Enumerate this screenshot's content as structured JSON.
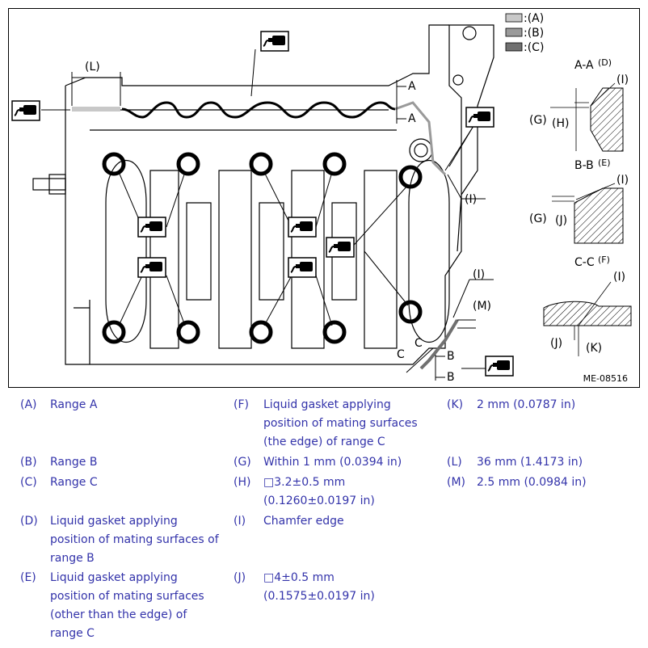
{
  "figure": {
    "id_label": "ME-08516",
    "swatch_labels": [
      ":(A)",
      ":(B)",
      ":(C)"
    ],
    "section_titles": [
      "A-A",
      "B-B",
      "C-C"
    ],
    "section_tags": [
      "(D)",
      "(E)",
      "(F)"
    ],
    "callouts": {
      "L": "(L)",
      "M": "(M)",
      "I": "(I)",
      "G": "(G)",
      "H": "(H)",
      "J": "(J)",
      "K": "(K)",
      "A": "A",
      "B": "B",
      "C": "C"
    },
    "colors": {
      "range_a": "#c8c8c8",
      "range_b": "#9a9a9a",
      "range_c": "#707070",
      "text_blue": "#3333aa"
    }
  },
  "legend": [
    {
      "key": "(A)",
      "text": "Range A"
    },
    {
      "key": "(B)",
      "text": "Range B"
    },
    {
      "key": "(C)",
      "text": "Range C"
    },
    {
      "key": "(D)",
      "text": "Liquid gasket applying position of mating surfaces of range B"
    },
    {
      "key": "(E)",
      "text": "Liquid gasket applying position of mating surfaces (other than the edge) of range C"
    },
    {
      "key": "(F)",
      "text": "Liquid gasket applying position of mating surfaces (the edge) of range C"
    },
    {
      "key": "(G)",
      "text": "Within 1 mm (0.0394 in)"
    },
    {
      "key": "(H)",
      "text": "□3.2±0.5 mm (0.1260±0.0197 in)"
    },
    {
      "key": "(I)",
      "text": "Chamfer edge"
    },
    {
      "key": "(J)",
      "text": "□4±0.5 mm (0.1575±0.0197 in)"
    },
    {
      "key": "(K)",
      "text": "2 mm (0.0787 in)"
    },
    {
      "key": "(L)",
      "text": "36 mm (1.4173 in)"
    },
    {
      "key": "(M)",
      "text": "2.5 mm (0.0984 in)"
    }
  ]
}
